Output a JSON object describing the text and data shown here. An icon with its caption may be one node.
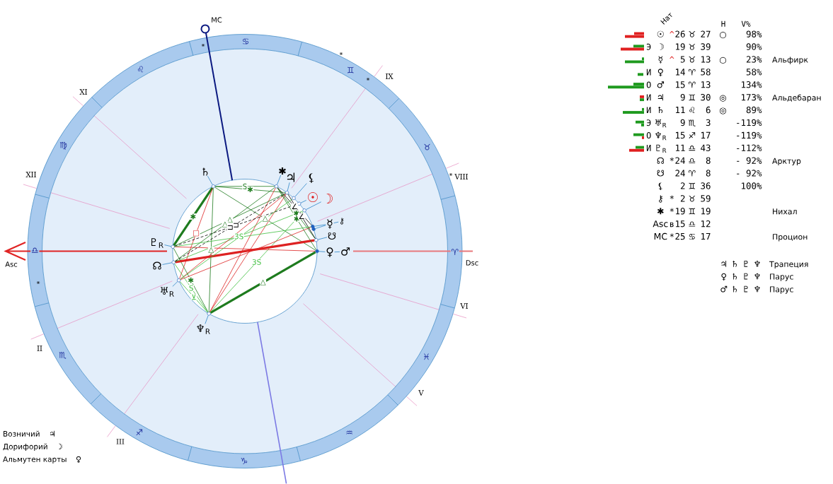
{
  "diagram": {
    "nodes": [
      {
        "text": [
          "♄"
        ]
      },
      {
        "text": [
          "✱"
        ]
      },
      {
        "text": [
          "♃"
        ]
      },
      {
        "text": [
          "⚸"
        ]
      },
      {
        "text": [
          "☉"
        ]
      },
      {
        "text": [
          "☽"
        ]
      },
      {
        "text": [
          "☿"
        ]
      },
      {
        "text": [
          "⚷"
        ]
      },
      {
        "text": [
          "☋"
        ]
      },
      {
        "text": [
          "♀"
        ]
      },
      {
        "text": [
          "♂"
        ]
      },
      {
        "text": [
          "♇$_{R}$"
        ]
      },
      {
        "text": [
          "☊"
        ]
      },
      {
        "text": [
          "♅$_{R}$"
        ]
      },
      {
        "text": [
          "♆$_{R}$"
        ]
      },
      {
        "text": [],
        "shape": "circle"
      },
      {
        "text": [],
        "shape": "circle"
      },
      {
        "text": [],
        "shape": "circle"
      },
      {
        "text": [],
        "shape": "circle"
      },
      {
        "text": [],
        "shape": "circle"
      },
      {
        "text": [],
        "shape": "circle"
      },
      {
        "text": [],
        "shape": "circle"
      },
      {
        "text": [],
        "shape": "circle"
      },
      {
        "text": [],
        "shape": "circle"
      },
      {
        "text": [],
        "shape": "circle"
      },
      {
        "text": [],
        "shape": "circle"
      },
      {
        "text": [],
        "shape": "circle"
      },
      {
        "text": [],
        "shape": "circle"
      },
      {
        "text": [],
        "shape": "circle"
      }
    ],
    "edges": [
      {
        "from": 0,
        "to": 15,
        "arrow": "none"
      },
      {
        "from": 1,
        "to": 16,
        "arrow": "none"
      },
      {
        "from": 2,
        "to": 17,
        "arrow": "none"
      },
      {
        "from": 3,
        "to": 18,
        "arrow": "none"
      },
      {
        "from": 4,
        "to": 19,
        "arrow": "none"
      },
      {
        "from": 5,
        "to": 20,
        "arrow": "none"
      },
      {
        "from": 6,
        "to": 21,
        "arrow": "none"
      },
      {
        "from": 22,
        "to": 6,
        "arrow": "none"
      },
      {
        "from": 7,
        "to": 6,
        "arrow": "none"
      },
      {
        "from": 8,
        "to": 23,
        "arrow": "none"
      },
      {
        "from": 9,
        "to": 24,
        "arrow": "none"
      },
      {
        "from": 10,
        "to": 9,
        "arrow": "none"
      },
      {
        "from": 11,
        "to": 25,
        "arrow": "none"
      },
      {
        "from": 12,
        "to": 26,
        "arrow": "none"
      },
      {
        "from": 13,
        "to": 27,
        "arrow": "none"
      },
      {
        "from": 14,
        "to": 28,
        "arrow": "none"
      },
      {
        "from": 15,
        "to": 25,
        "arrow": "none",
        "label": "✱",
        "style": "thick",
        "color": "#1e7b1e"
      },
      {
        "from": 15,
        "to": 16,
        "arrow": "none",
        "label": "S",
        "color": "#1e7b1e"
      },
      {
        "from": 15,
        "to": 17,
        "arrow": "none",
        "label": "✱",
        "color": "#1e7b1e"
      },
      {
        "from": 15,
        "to": 28,
        "arrow": "none",
        "label": "△",
        "color": "#1e7b1e"
      },
      {
        "from": 15,
        "to": 27,
        "arrow": "none",
        "label": "□",
        "color": "#dd2222"
      },
      {
        "from": 15,
        "to": 24,
        "arrow": "none",
        "label": "△",
        "color": "#1e7b1e"
      },
      {
        "from": 28,
        "to": 24,
        "arrow": "none",
        "label": "△",
        "style": "thick",
        "color": "#1e7b1e"
      },
      {
        "from": 28,
        "to": 25,
        "arrow": "none",
        "label": "✱",
        "color": "#1e7b1e"
      },
      {
        "from": 28,
        "to": 26,
        "arrow": "none",
        "label": "S",
        "color": "#3fbf3f"
      },
      {
        "from": 28,
        "to": 27,
        "arrow": "none",
        "label": "⊻",
        "color": "#3fbf3f"
      },
      {
        "from": 28,
        "to": 17,
        "arrow": "none",
        "color": "#dd2222"
      },
      {
        "from": 28,
        "to": 16,
        "arrow": "none",
        "color": "#dd2222"
      },
      {
        "from": 28,
        "to": 20,
        "arrow": "none",
        "label": "3S",
        "color": "#3fbf3f"
      },
      {
        "from": 25,
        "to": 24,
        "arrow": "none",
        "color": "#dd2222"
      },
      {
        "from": 25,
        "to": 17,
        "arrow": "none",
        "label": "△",
        "color": "#1e7b1e"
      },
      {
        "from": 26,
        "to": 23,
        "arrow": "none",
        "style": "thick",
        "color": "#dd2222"
      },
      {
        "from": 26,
        "to": 20,
        "arrow": "none",
        "label": "3S",
        "color": "#3fbf3f"
      },
      {
        "from": 26,
        "to": 16,
        "arrow": "none",
        "label": "△",
        "color": "#1e7b1e"
      },
      {
        "from": 27,
        "to": 21,
        "arrow": "none",
        "color": "#dd2222"
      },
      {
        "from": 27,
        "to": 17,
        "arrow": "none",
        "color": "#dd2222"
      },
      {
        "from": 25,
        "to": 19,
        "arrow": "none",
        "label": "⊐",
        "style": "dashed",
        "color": "#000000"
      },
      {
        "from": 26,
        "to": 17,
        "arrow": "none",
        "label": "⊐",
        "style": "dashed",
        "color": "#000000"
      },
      {
        "from": 16,
        "to": 24,
        "arrow": "none",
        "label": "✱",
        "color": "#1e7b1e"
      },
      {
        "from": 16,
        "to": 23,
        "arrow": "none",
        "label": "✱",
        "color": "#1e7b1e"
      },
      {
        "from": 17,
        "to": 23,
        "arrow": "none",
        "label": "∠",
        "color": "#000000"
      },
      {
        "from": 16,
        "to": 21,
        "arrow": "none",
        "label": "∠",
        "color": "#000000"
      },
      {
        "from": 25,
        "to": 21,
        "arrow": "none",
        "color": "#3fbf3f"
      },
      {
        "from": 27,
        "to": 18,
        "arrow": "none",
        "color": "#3fbf3f"
      }
    ],
    "labels": [
      "MC",
      "♈",
      "♉",
      "♊",
      "♋",
      "♌",
      "♍",
      "♎",
      "♏",
      "♐",
      "♑",
      "♒",
      "♓",
      "XI",
      "IX",
      "XII",
      "VIII",
      "Asc",
      "Dsc",
      "VI",
      "II",
      "V",
      "III",
      "Нат",
      "Н",
      "V%",
      "☉",
      "^",
      "26",
      "♉",
      "27",
      "○",
      "98%",
      "Э",
      "☽",
      "19",
      "♉",
      "39",
      "90%",
      "☿",
      "^",
      "5",
      "♉",
      "13",
      "○",
      "23%",
      "Альфирк",
      "И",
      "♀",
      "14",
      "♈",
      "58",
      "58%",
      "О",
      "♂",
      "15",
      "♈",
      "13",
      "134%",
      "И",
      "♃",
      "9",
      "♊",
      "30",
      "◎",
      "173%",
      "Альдебаран",
      "И",
      "♄",
      "11",
      "♌",
      "6",
      "◎",
      "89%",
      "Э",
      "♅$_{R}$",
      "9",
      "♏",
      "3",
      "-119%",
      "О",
      "♆$_{R}$",
      "15",
      "♐",
      "17",
      "-119%",
      "И",
      "♇$_{R}$",
      "11",
      "♎",
      "43",
      "-112%",
      "☊",
      "*",
      "24",
      "♎",
      "8",
      "- 92%",
      "Арктур",
      "☋",
      "24",
      "♈",
      "8",
      "- 92%",
      "⚸",
      "2",
      "♊",
      "36",
      "100%",
      "⚷",
      "*",
      "2",
      "♉",
      "59",
      "✱",
      "*",
      "19",
      "♊",
      "19",
      "Нихал",
      "Asc",
      "в",
      "15",
      "♎",
      "12",
      "MC",
      "*",
      "25",
      "♋",
      "17",
      "Процион",
      "♃",
      "♄",
      "♇",
      "♆",
      "Трапеция",
      "♀",
      "♄",
      "♇",
      "♆",
      "Парус",
      "♂",
      "♄",
      "♇",
      "♆",
      "Парус",
      "Возничий",
      "♃",
      "Дорифорий",
      "☽",
      "Альмутен карты",
      "♀"
    ]
  }
}
